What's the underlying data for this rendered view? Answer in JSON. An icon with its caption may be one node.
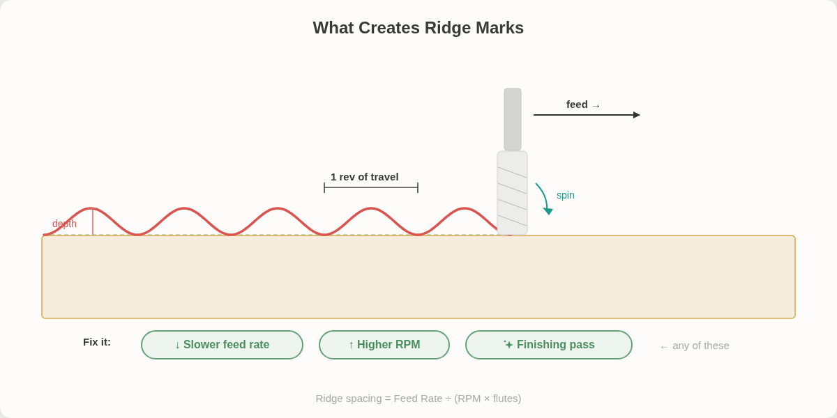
{
  "diagram": {
    "title": "What Creates Ridge Marks",
    "caption": "Ridge spacing = Feed Rate ÷ (RPM × flutes)",
    "nodes": [
      {
        "text": [
          "↓ Slower feed rate"
        ]
      },
      {
        "text": [
          "↑ Higher RPM"
        ]
      },
      {
        "text": [
          "Finishing pass"
        ]
      }
    ],
    "labels": [
      "feed →",
      "1 rev of travel",
      "spin",
      "depth",
      "Fix it:",
      "← any of these"
    ]
  }
}
